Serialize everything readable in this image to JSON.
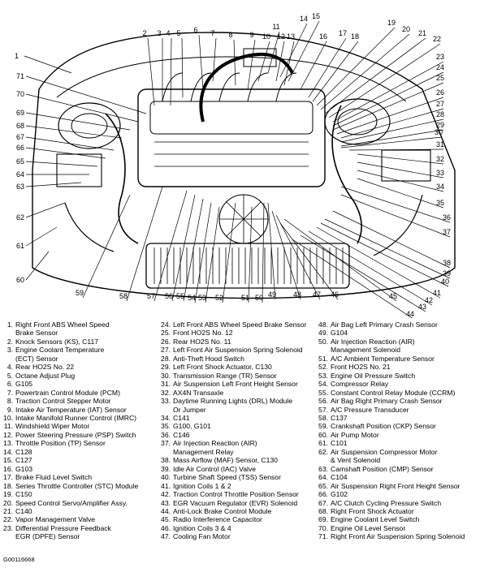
{
  "callout_numbers": [
    "1",
    "2",
    "3",
    "4",
    "5",
    "6",
    "7",
    "8",
    "9",
    "10",
    "11",
    "12",
    "13",
    "14",
    "15",
    "16",
    "17",
    "18",
    "19",
    "20",
    "21",
    "22",
    "23",
    "24",
    "25",
    "26",
    "27",
    "28",
    "29",
    "30",
    "31",
    "32",
    "33",
    "34",
    "35",
    "36",
    "37",
    "38",
    "39",
    "40",
    "41",
    "42",
    "43",
    "44",
    "45",
    "46",
    "47",
    "48",
    "49",
    "50",
    "51",
    "52",
    "53",
    "54",
    "55",
    "56",
    "57",
    "58",
    "59",
    "60",
    "61",
    "62",
    "63",
    "64",
    "65",
    "66",
    "67",
    "68",
    "69",
    "70",
    "71"
  ],
  "legend": [
    {
      "num": "1.",
      "lines": [
        "Right Front ABS Wheel Speed",
        "Brake Sensor"
      ]
    },
    {
      "num": "2.",
      "lines": [
        "Knock Sensors (KS), C117"
      ]
    },
    {
      "num": "3.",
      "lines": [
        "Engine Coolant Temperature",
        "(ECT) Sensor"
      ]
    },
    {
      "num": "4.",
      "lines": [
        "Rear HO2S No. 22"
      ]
    },
    {
      "num": "5.",
      "lines": [
        "Octane Adjust Plug"
      ]
    },
    {
      "num": "6.",
      "lines": [
        "G105"
      ]
    },
    {
      "num": "7.",
      "lines": [
        "Powertrain Control Module (PCM)"
      ]
    },
    {
      "num": "8.",
      "lines": [
        "Traction Control Stepper Motor"
      ]
    },
    {
      "num": "9.",
      "lines": [
        "Intake Air Temperature (IAT) Sensor"
      ]
    },
    {
      "num": "10.",
      "lines": [
        "Intake Manifold Runner Control (IMRC)"
      ]
    },
    {
      "num": "11.",
      "lines": [
        "Windshield Wiper Motor"
      ]
    },
    {
      "num": "12.",
      "lines": [
        "Power Steering Pressure (PSP) Switch"
      ]
    },
    {
      "num": "13.",
      "lines": [
        "Throttle Position (TP) Sensor"
      ]
    },
    {
      "num": "14.",
      "lines": [
        "C128"
      ]
    },
    {
      "num": "15.",
      "lines": [
        "C127"
      ]
    },
    {
      "num": "16.",
      "lines": [
        "G103"
      ]
    },
    {
      "num": "17.",
      "lines": [
        "Brake Fluid Level Switch"
      ]
    },
    {
      "num": "18.",
      "lines": [
        "Series Throttle Controller (STC) Module"
      ]
    },
    {
      "num": "19.",
      "lines": [
        "C150"
      ]
    },
    {
      "num": "20.",
      "lines": [
        "Speed Control Servo/Amplifier Assy."
      ]
    },
    {
      "num": "21.",
      "lines": [
        "C140"
      ]
    },
    {
      "num": "22.",
      "lines": [
        "Vapor Management Valve"
      ]
    },
    {
      "num": "23.",
      "lines": [
        "Differential Pressure Feedback",
        "EGR (DPFE) Sensor"
      ]
    },
    {
      "num": "24.",
      "lines": [
        "Left Front ABS Wheel Speed Brake Sensor"
      ]
    },
    {
      "num": "25.",
      "lines": [
        "Front HO2S No. 12"
      ]
    },
    {
      "num": "26.",
      "lines": [
        "Rear HO2S No. 11"
      ]
    },
    {
      "num": "27.",
      "lines": [
        "Left Front Air Suspension Spring Solenoid"
      ]
    },
    {
      "num": "28.",
      "lines": [
        "Anti-Theft Hood Switch"
      ]
    },
    {
      "num": "29.",
      "lines": [
        "Left Front Shock Actuator, C130"
      ]
    },
    {
      "num": "30.",
      "lines": [
        "Transmission Range (TR) Sensor"
      ]
    },
    {
      "num": "31.",
      "lines": [
        "Air Suspension Left Front Height Sensor"
      ]
    },
    {
      "num": "32.",
      "lines": [
        "AX4N Transaxle"
      ]
    },
    {
      "num": "33.",
      "lines": [
        "Daytime Running Lights (DRL) Module",
        "Or Jumper"
      ]
    },
    {
      "num": "34.",
      "lines": [
        "C141"
      ]
    },
    {
      "num": "35.",
      "lines": [
        "G100, G101"
      ]
    },
    {
      "num": "36.",
      "lines": [
        "C146"
      ]
    },
    {
      "num": "37.",
      "lines": [
        "Air Injection Reaction (AIR)",
        "Management Relay"
      ]
    },
    {
      "num": "38.",
      "lines": [
        "Mass Airflow (MAF) Sensor, C130"
      ]
    },
    {
      "num": "39.",
      "lines": [
        "Idle Air Control (IAC) Valve"
      ]
    },
    {
      "num": "40.",
      "lines": [
        "Turbine Shaft Speed (TSS) Sensor"
      ]
    },
    {
      "num": "41.",
      "lines": [
        "Ignition Coils 1 & 2"
      ]
    },
    {
      "num": "42.",
      "lines": [
        "Traction Control Throttle Position Sensor"
      ]
    },
    {
      "num": "43.",
      "lines": [
        "EGR Vacuum Regulator (EVR) Solenoid"
      ]
    },
    {
      "num": "44.",
      "lines": [
        "Anti-Lock Brake Control Module"
      ]
    },
    {
      "num": "45.",
      "lines": [
        "Radio Interference Capacitor"
      ]
    },
    {
      "num": "46.",
      "lines": [
        "Ignition Coils 3 & 4"
      ]
    },
    {
      "num": "47.",
      "lines": [
        "Cooling Fan Motor"
      ]
    },
    {
      "num": "48.",
      "lines": [
        "Air Bag Left Primary Crash Sensor"
      ]
    },
    {
      "num": "49.",
      "lines": [
        "G104"
      ]
    },
    {
      "num": "50.",
      "lines": [
        "Air Injection Reaction (AIR)",
        "Management Solenoid"
      ]
    },
    {
      "num": "51.",
      "lines": [
        "A/C Ambient Temperature Sensor"
      ]
    },
    {
      "num": "52.",
      "lines": [
        "Front HO2S No. 21"
      ]
    },
    {
      "num": "53.",
      "lines": [
        "Engine Oil Pressure Switch"
      ]
    },
    {
      "num": "54.",
      "lines": [
        "Compressor Relay"
      ]
    },
    {
      "num": "55.",
      "lines": [
        "Constant Control Relay Module (CCRM)"
      ]
    },
    {
      "num": "56.",
      "lines": [
        "Air Bag Right Primary Crash Sensor"
      ]
    },
    {
      "num": "57.",
      "lines": [
        "A/C Pressure Transducer"
      ]
    },
    {
      "num": "58.",
      "lines": [
        "C137"
      ]
    },
    {
      "num": "59.",
      "lines": [
        "Crankshaft Position (CKP) Sensor"
      ]
    },
    {
      "num": "60.",
      "lines": [
        "Air Pump Motor"
      ]
    },
    {
      "num": "61.",
      "lines": [
        "C101"
      ]
    },
    {
      "num": "62.",
      "lines": [
        "Air Suspension Compressor Motor",
        "& Vent Solenoid"
      ]
    },
    {
      "num": "63.",
      "lines": [
        "Camshaft Position (CMP) Sensor"
      ]
    },
    {
      "num": "64.",
      "lines": [
        "C104"
      ]
    },
    {
      "num": "65.",
      "lines": [
        "Air Suspension Right Front Height Sensor"
      ]
    },
    {
      "num": "66.",
      "lines": [
        "G102"
      ]
    },
    {
      "num": "67.",
      "lines": [
        "A/C Clutch Cycling Pressure Switch"
      ]
    },
    {
      "num": "68.",
      "lines": [
        "Right Front Shock Actuator"
      ]
    },
    {
      "num": "69.",
      "lines": [
        "Engine Coolant Level Switch"
      ]
    },
    {
      "num": "70.",
      "lines": [
        "Engine Oil Level Sensor"
      ]
    },
    {
      "num": "71.",
      "lines": [
        "Right Front Air Suspension Spring Solenoid"
      ]
    }
  ],
  "figure_id": "G00116668"
}
